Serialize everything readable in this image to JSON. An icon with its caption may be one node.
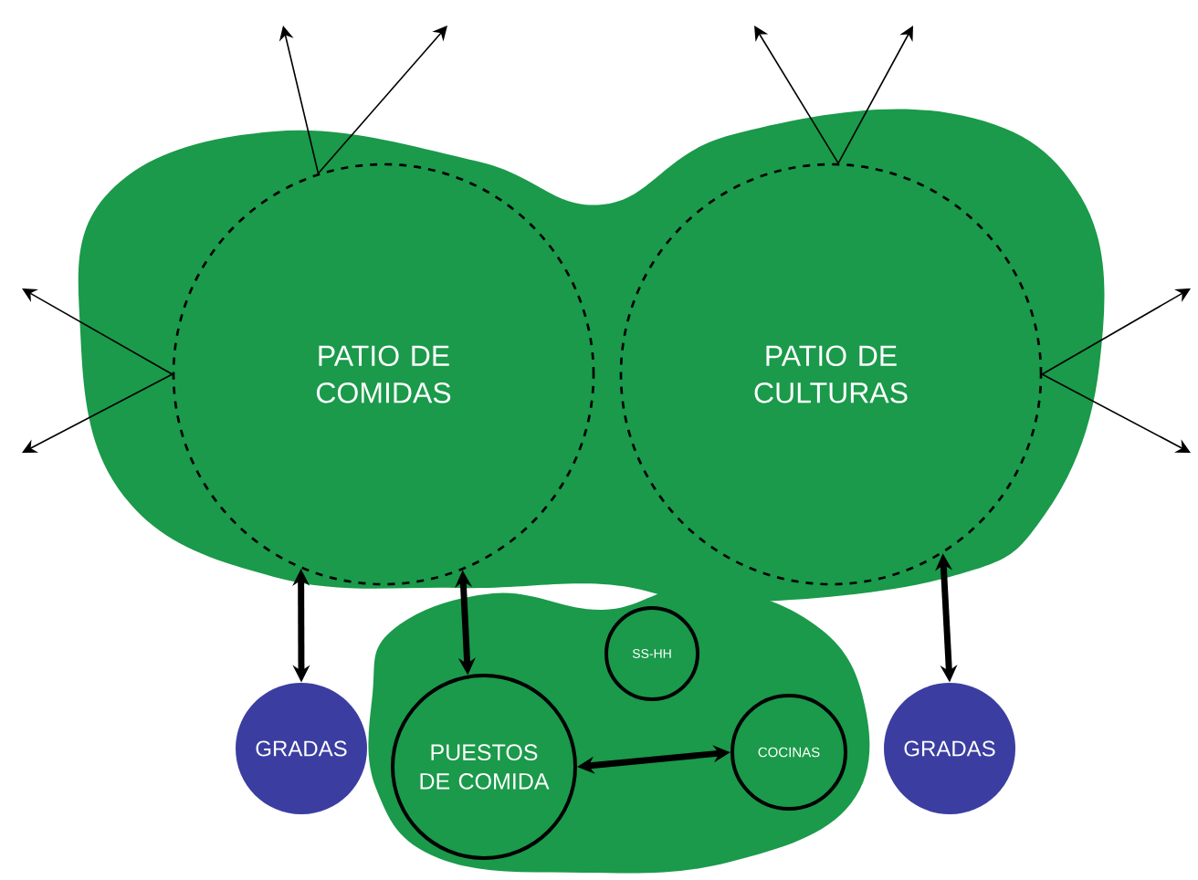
{
  "diagram": {
    "nodes": [
      {
        "text": [],
        "shape": "blob"
      },
      {
        "text": [
          "PATIO DE COMIDAS"
        ],
        "in": 0
      },
      {
        "text": [
          "PATIO DE CULTURAS"
        ],
        "in": 0
      },
      {
        "text": [
          "GRADAS"
        ]
      },
      {
        "text": [],
        "shape": "blob"
      },
      {
        "text": [
          "PUESTOS DE COMIDA"
        ],
        "in": 4
      },
      {
        "text": [
          "SS-HH"
        ],
        "in": 4
      },
      {
        "text": [
          "COCINAS"
        ],
        "in": 4
      },
      {
        "text": [
          "GRADAS"
        ]
      }
    ],
    "edges": [
      {
        "from": 1,
        "to": 3,
        "arrow": "both",
        "style": "thick"
      },
      {
        "from": 1,
        "to": 5,
        "arrow": "both",
        "style": "thick"
      },
      {
        "from": 5,
        "to": 7,
        "arrow": "both",
        "style": "thick"
      },
      {
        "from": 2,
        "to": 8,
        "arrow": "both",
        "style": "thick"
      },
      {
        "from": 1,
        "to": null,
        "arrow": "to"
      },
      {
        "from": 1,
        "to": null,
        "arrow": "to"
      },
      {
        "from": 1,
        "to": null,
        "arrow": "to"
      },
      {
        "from": 1,
        "to": null,
        "arrow": "to"
      },
      {
        "from": 2,
        "to": null,
        "arrow": "to"
      },
      {
        "from": 2,
        "to": null,
        "arrow": "to"
      },
      {
        "from": 2,
        "to": null,
        "arrow": "to"
      },
      {
        "from": 2,
        "to": null,
        "arrow": "to"
      }
    ]
  }
}
